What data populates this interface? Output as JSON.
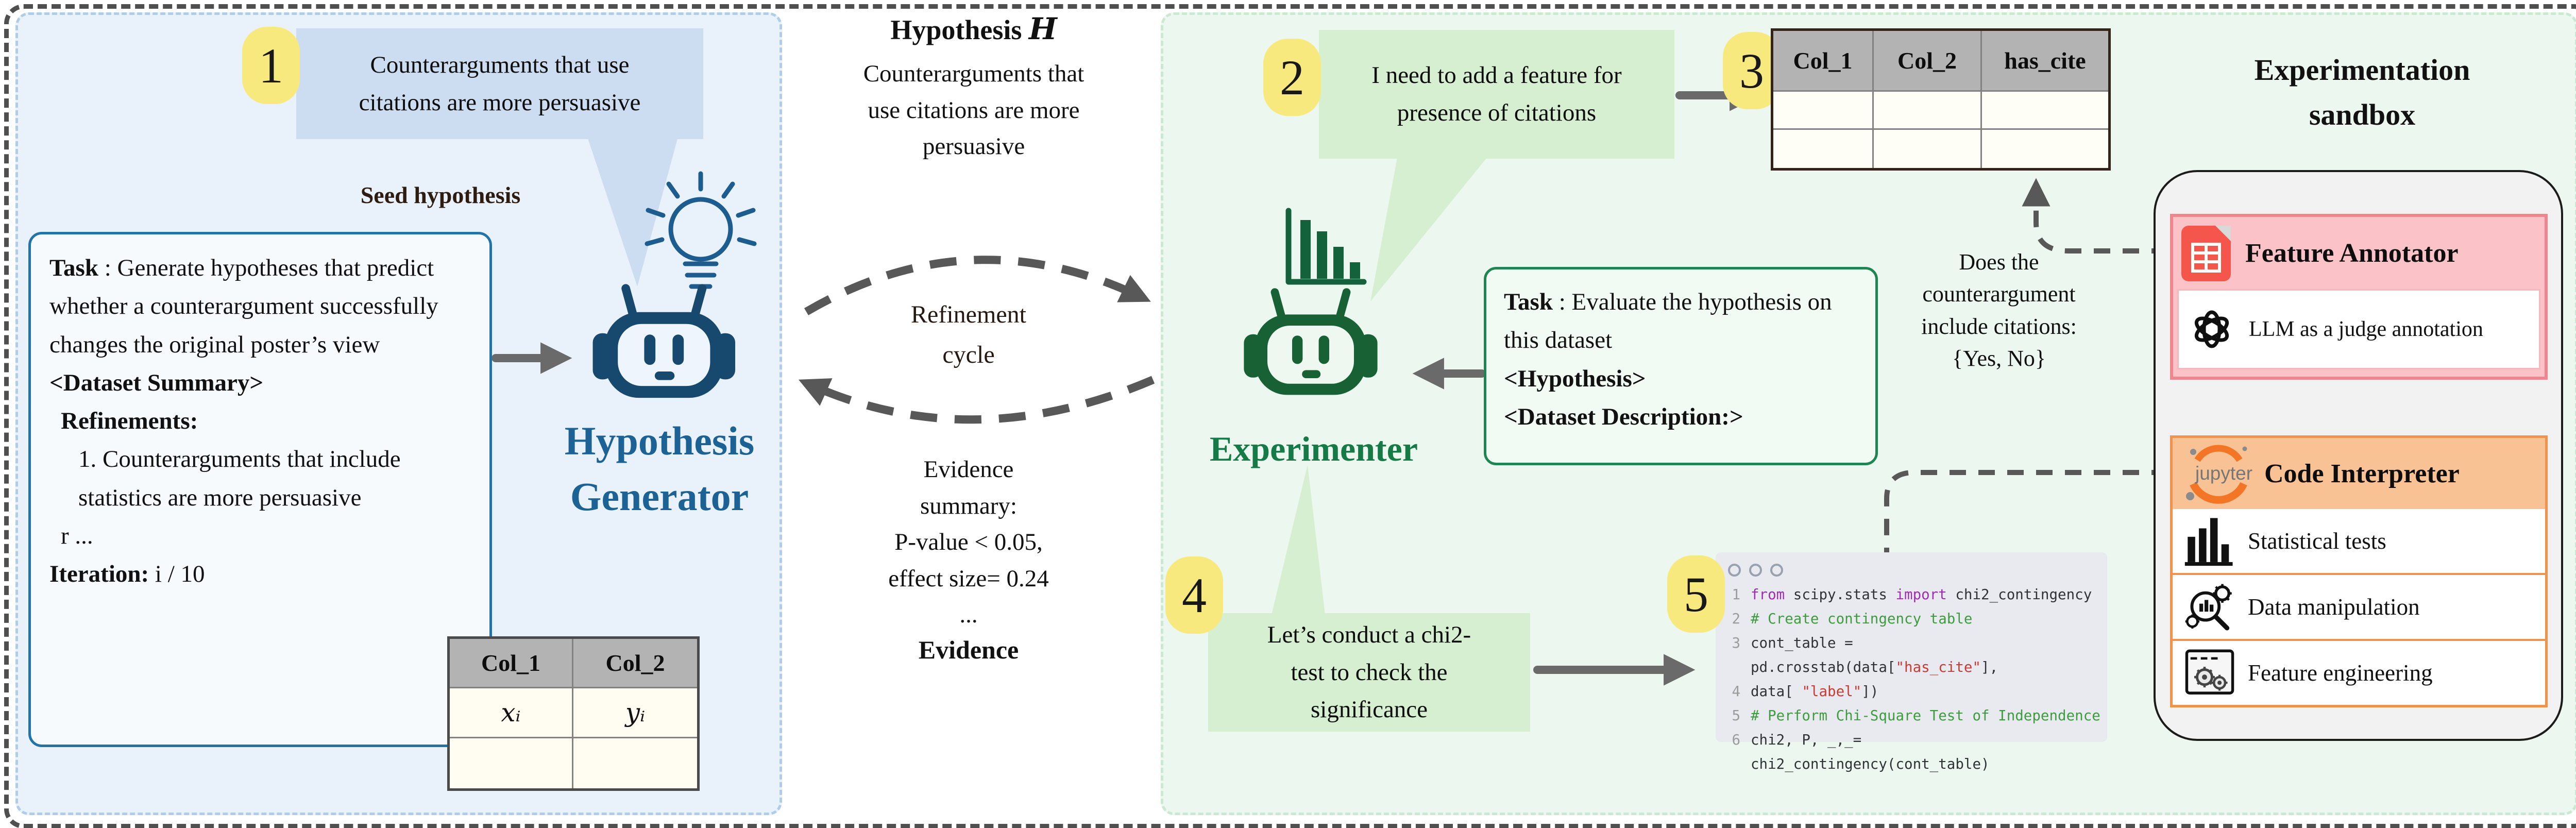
{
  "colors": {
    "panel_left_bg": "#e9f2fb",
    "panel_right_bg": "#ecf8ef",
    "bubble_blue": "#ccddf1",
    "bubble_green": "#d6efd1",
    "badge_yellow": "#f8e97e",
    "robot_blue": "#17496e",
    "robot_green": "#176134",
    "label_blue": "#1d6294",
    "label_green": "#157a45",
    "arrow_gray": "#6a6a6a",
    "dashed_gray": "#585858",
    "table_header_gray": "#b3b3b3",
    "feature_annotator_frame": "#f0858d",
    "feature_annotator_header_bg": "#fbc3c7",
    "sheets_icon_red": "#f4564c",
    "code_interpreter_frame": "#f0944d",
    "code_interpreter_header_bg": "#f9c295",
    "jupyter_orange": "#f37626",
    "code_bg": "#e9eaef",
    "code_keyword": "#a02bb8",
    "code_comment": "#3f9b3f",
    "code_string": "#cb3a33",
    "sandbox_bg": "#f2f2f2"
  },
  "badges": {
    "step1": "1",
    "step2": "2",
    "step3": "3",
    "step4": "4",
    "step5": "5"
  },
  "left": {
    "bubble_line1": "Counterarguments that use",
    "bubble_line2": "citations are more persuasive",
    "seed_label": "Seed hypothesis",
    "task": {
      "label": "Task",
      "text": " : Generate hypotheses that predict whether a counterargument successfully changes the original poster’s view",
      "dataset_summary": "<Dataset Summary>",
      "refinements_label": "Refinements:",
      "refinement_1": "1. Counterarguments that include statistics are more persuasive",
      "more": "r ...",
      "iteration_label": "Iteration:",
      "iteration_value": " i / 10"
    },
    "agent_line1": "Hypothesis",
    "agent_line2": "Generator",
    "table": {
      "col1": "Col_1",
      "col2": "Col_2",
      "cell1": "xᵢ",
      "cell2": "yᵢ"
    }
  },
  "center": {
    "title_label": "Hypothesis",
    "title_symbol": "H",
    "hyp_line1": "Counterarguments that",
    "hyp_line2": "use citations are more",
    "hyp_line3": "persuasive",
    "cycle_line1": "Refinement",
    "cycle_line2": "cycle",
    "evidence_lines": [
      "Evidence",
      "summary:",
      "P-value < 0.05,",
      "effect size= 0.24",
      "..."
    ],
    "evidence_label": "Evidence"
  },
  "right": {
    "bubble2_line1": "I need to add a feature for",
    "bubble2_line2": "presence of citations",
    "agent_name": "Experimenter",
    "task": {
      "label": "Task",
      "text": " : Evaluate the hypothesis on this dataset",
      "hypothesis_tag": "<Hypothesis>",
      "dataset_tag": "<Dataset Description:>"
    },
    "table": {
      "col1": "Col_1",
      "col2": "Col_2",
      "col3": "has_cite"
    },
    "note_line1": "Does the",
    "note_line2": "counterargument",
    "note_line3": "include citations:",
    "note_line4": "{Yes, No}",
    "bubble4_line1": "Let’s conduct a chi2-",
    "bubble4_line2": "test to check the",
    "bubble4_line3": "significance"
  },
  "sandbox": {
    "title_line1": "Experimentation",
    "title_line2": "sandbox",
    "feature_annotator": {
      "title": "Feature Annotator",
      "item": "LLM as a judge annotation"
    },
    "code_interpreter": {
      "title": "Code Interpreter",
      "logo_text": "jupyter",
      "item1": "Statistical tests",
      "item2": "Data manipulation",
      "item3": "Feature engineering"
    }
  },
  "code": {
    "nums": [
      "1",
      "2",
      "3",
      "4",
      "5",
      "6"
    ],
    "l1": {
      "s1": "from",
      "s2": " scipy.stats ",
      "s3": "import",
      "s4": " chi2_contingency"
    },
    "l2": "# Create contingency table",
    "l3": {
      "s1": "cont_table = pd.crosstab(data[",
      "s2": "\"has_cite\"",
      "s3": "],"
    },
    "l4": {
      "s1": "data[ ",
      "s2": "\"label\"",
      "s3": "])"
    },
    "l5": "# Perform Chi-Square Test of Independence",
    "l6": "chi2, P, _,_= chi2_contingency(cont_table)"
  }
}
